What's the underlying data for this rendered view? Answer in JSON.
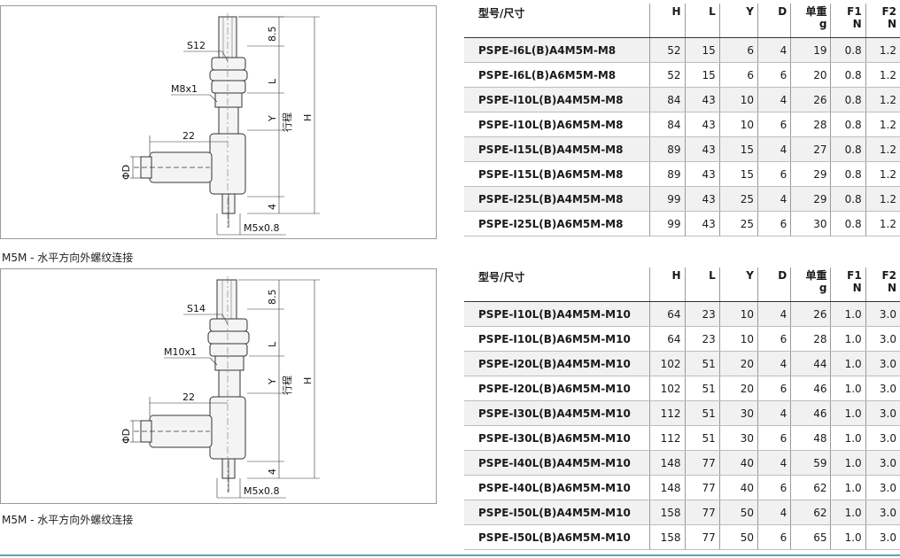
{
  "drawings": [
    {
      "hex": "S12",
      "thread_top": "M8x1",
      "tube_len": "22",
      "diameter": "ΦD",
      "dim_top": "8.5",
      "dim_l": "L",
      "dim_y": "Y",
      "stroke": "行程",
      "dim_h": "H",
      "dim_bottom": "4",
      "thread_bottom": "M5x0.8"
    },
    {
      "hex": "S14",
      "thread_top": "M10x1",
      "tube_len": "22",
      "diameter": "ΦD",
      "dim_top": "8.5",
      "dim_l": "L",
      "dim_y": "Y",
      "stroke": "行程",
      "dim_h": "H",
      "dim_bottom": "4",
      "thread_bottom": "M5x0.8"
    }
  ],
  "captions": [
    "M5M - 水平方向外螺纹连接",
    "M5M - 水平方向外螺纹连接"
  ],
  "table_headers": {
    "model": "型号/尺寸",
    "h": "H",
    "l": "L",
    "y": "Y",
    "d": "D",
    "weight_1": "单重",
    "weight_2": "g",
    "f1_1": "F1",
    "f1_2": "N",
    "f2_1": "F2",
    "f2_2": "N"
  },
  "table1": [
    {
      "model": "PSPE-I6L(B)A4M5M-M8",
      "h": "52",
      "l": "15",
      "y": "6",
      "d": "4",
      "w": "19",
      "f1": "0.8",
      "f2": "1.2"
    },
    {
      "model": "PSPE-I6L(B)A6M5M-M8",
      "h": "52",
      "l": "15",
      "y": "6",
      "d": "6",
      "w": "20",
      "f1": "0.8",
      "f2": "1.2"
    },
    {
      "model": "PSPE-I10L(B)A4M5M-M8",
      "h": "84",
      "l": "43",
      "y": "10",
      "d": "4",
      "w": "26",
      "f1": "0.8",
      "f2": "1.2"
    },
    {
      "model": "PSPE-I10L(B)A6M5M-M8",
      "h": "84",
      "l": "43",
      "y": "10",
      "d": "6",
      "w": "28",
      "f1": "0.8",
      "f2": "1.2"
    },
    {
      "model": "PSPE-I15L(B)A4M5M-M8",
      "h": "89",
      "l": "43",
      "y": "15",
      "d": "4",
      "w": "27",
      "f1": "0.8",
      "f2": "1.2"
    },
    {
      "model": "PSPE-I15L(B)A6M5M-M8",
      "h": "89",
      "l": "43",
      "y": "15",
      "d": "6",
      "w": "29",
      "f1": "0.8",
      "f2": "1.2"
    },
    {
      "model": "PSPE-I25L(B)A4M5M-M8",
      "h": "99",
      "l": "43",
      "y": "25",
      "d": "4",
      "w": "29",
      "f1": "0.8",
      "f2": "1.2"
    },
    {
      "model": "PSPE-I25L(B)A6M5M-M8",
      "h": "99",
      "l": "43",
      "y": "25",
      "d": "6",
      "w": "30",
      "f1": "0.8",
      "f2": "1.2"
    }
  ],
  "table2": [
    {
      "model": "PSPE-I10L(B)A4M5M-M10",
      "h": "64",
      "l": "23",
      "y": "10",
      "d": "4",
      "w": "26",
      "f1": "1.0",
      "f2": "3.0"
    },
    {
      "model": "PSPE-I10L(B)A6M5M-M10",
      "h": "64",
      "l": "23",
      "y": "10",
      "d": "6",
      "w": "28",
      "f1": "1.0",
      "f2": "3.0"
    },
    {
      "model": "PSPE-I20L(B)A4M5M-M10",
      "h": "102",
      "l": "51",
      "y": "20",
      "d": "4",
      "w": "44",
      "f1": "1.0",
      "f2": "3.0"
    },
    {
      "model": "PSPE-I20L(B)A6M5M-M10",
      "h": "102",
      "l": "51",
      "y": "20",
      "d": "6",
      "w": "46",
      "f1": "1.0",
      "f2": "3.0"
    },
    {
      "model": "PSPE-I30L(B)A4M5M-M10",
      "h": "112",
      "l": "51",
      "y": "30",
      "d": "4",
      "w": "46",
      "f1": "1.0",
      "f2": "3.0"
    },
    {
      "model": "PSPE-I30L(B)A6M5M-M10",
      "h": "112",
      "l": "51",
      "y": "30",
      "d": "6",
      "w": "48",
      "f1": "1.0",
      "f2": "3.0"
    },
    {
      "model": "PSPE-I40L(B)A4M5M-M10",
      "h": "148",
      "l": "77",
      "y": "40",
      "d": "4",
      "w": "59",
      "f1": "1.0",
      "f2": "3.0"
    },
    {
      "model": "PSPE-I40L(B)A6M5M-M10",
      "h": "148",
      "l": "77",
      "y": "40",
      "d": "6",
      "w": "62",
      "f1": "1.0",
      "f2": "3.0"
    },
    {
      "model": "PSPE-I50L(B)A4M5M-M10",
      "h": "158",
      "l": "77",
      "y": "50",
      "d": "4",
      "w": "62",
      "f1": "1.0",
      "f2": "3.0"
    },
    {
      "model": "PSPE-I50L(B)A6M5M-M10",
      "h": "158",
      "l": "77",
      "y": "50",
      "d": "6",
      "w": "65",
      "f1": "1.0",
      "f2": "3.0"
    }
  ]
}
